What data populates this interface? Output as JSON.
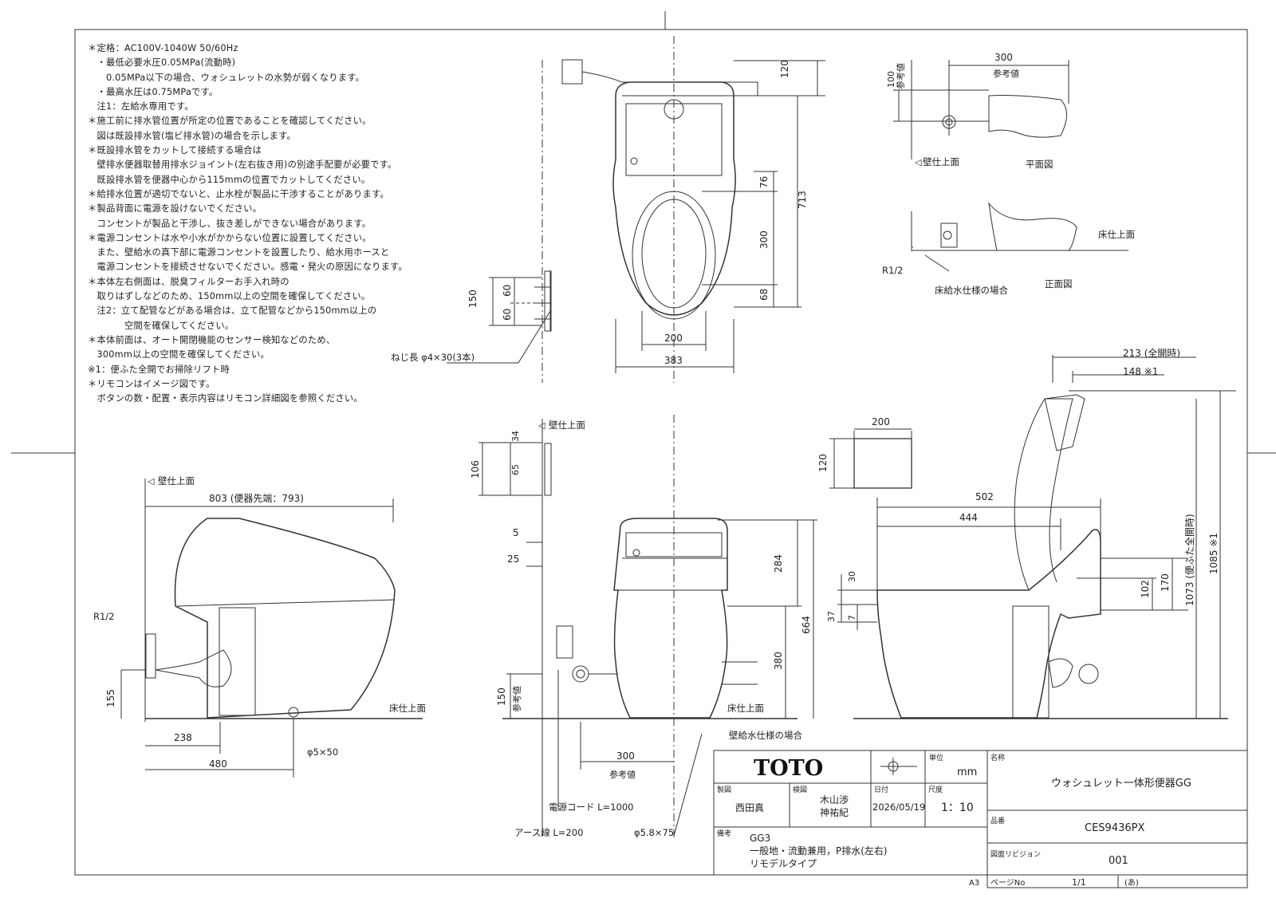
{
  "notes": [
    "＊定格：AC100V-1040W 50/60Hz",
    "　・最低必要水圧0.05MPa(流動時)",
    "　　0.05MPa以下の場合、ウォシュレットの水勢が弱くなります。",
    "　・最高水圧は0.75MPaです。",
    "　注1：左給水専用です。",
    "＊施工前に排水管位置が所定の位置であることを確認してください。",
    "　図は既設排水管(塩ビ排水管)の場合を示します。",
    "＊既設排水管をカットして接続する場合は",
    "　壁排水便器取替用排水ジョイント(左右抜き用)の別途手配要が必要です。",
    "　既設排水管を便器中心から115mmの位置でカットしてください。",
    "＊給排水位置が適切でないと、止水栓が製品に干渉することがあります。",
    "＊製品背面に電源を設けないでください。",
    "　コンセントが製品と干渉し、抜き差しができない場合があります。",
    "＊電源コンセントは水や小水がかからない位置に設置してください。",
    "　また、壁給水の真下部に電源コンセントを設置したり、給水用ホースと",
    "　電源コンセントを接続させないでください。感電・発火の原因になります。",
    "＊本体左右側面は、脱臭フィルターお手入れ時の",
    "　取りはずしなどのため、150mm以上の空間を確保してください。",
    "　注2：立て配管などがある場合は、立て配管などから150mm以上の",
    "　　　　空間を確保してください。",
    "＊本体前面は、オート開閉機能のセンサー検知などのため、",
    "　300mm以上の空間を確保してください。",
    "※1：便ふた全開でお掃除リフト時",
    "＊リモコンはイメージ図です。",
    "　ボタンの数・配置・表示内容はリモコン詳細図を参照ください。"
  ],
  "labels": {
    "wall_finish": "壁仕上面",
    "floor_finish": "床仕上面",
    "reference": "参考値",
    "plan_view": "平面図",
    "front_view": "正面図",
    "floor_supply": "床給水仕様の場合",
    "wall_supply": "壁給水仕様の場合",
    "screw": "ねじ長 φ4×30(3本)",
    "r12": "R1/2",
    "power_cord": "電源コード L=1000",
    "earth_wire": "アース線 L=200",
    "bolt_58": "φ5.8×75",
    "bolt_5": "φ5×50",
    "dim_803": "803 (便器先端：793)",
    "dim_213": "213 (全開時)",
    "dim_148": "148 ※1",
    "dim_1073": "1073 (便ふた全開時)",
    "dim_1085": "1085 ※1"
  },
  "dims": [
    "120",
    "713",
    "76",
    "300",
    "68",
    "200",
    "383",
    "150",
    "60",
    "60",
    "300",
    "100",
    "106",
    "34",
    "65",
    "5",
    "25",
    "284",
    "664",
    "380",
    "150",
    "300",
    "200",
    "120",
    "502",
    "444",
    "30",
    "37",
    "7",
    "102",
    "170",
    "155",
    "238",
    "480"
  ],
  "title_block": {
    "logo": "TOTO",
    "unit_label": "単位",
    "unit": "mm",
    "name_label": "名称",
    "name": "ウォシュレット一体形便器GG",
    "drafter_label": "製図",
    "drafter": "西田真",
    "checker_label": "検図",
    "checker1": "木山渉",
    "checker2": "神祐紀",
    "date_label": "日付",
    "date": "2026/05/19",
    "scale_label": "尺度",
    "scale": "1：10",
    "code_label": "品番",
    "code": "CES9436PX",
    "remarks_label": "備考",
    "remarks1": "GG3",
    "remarks2": "一般地・流動兼用，P排水(左右)",
    "remarks3": "リモデルタイプ",
    "revision_label": "図面リビジョン",
    "revision": "001",
    "page_label": "ページNo",
    "page": "1/1",
    "page_mark": "(あ)",
    "sheet": "A3"
  }
}
